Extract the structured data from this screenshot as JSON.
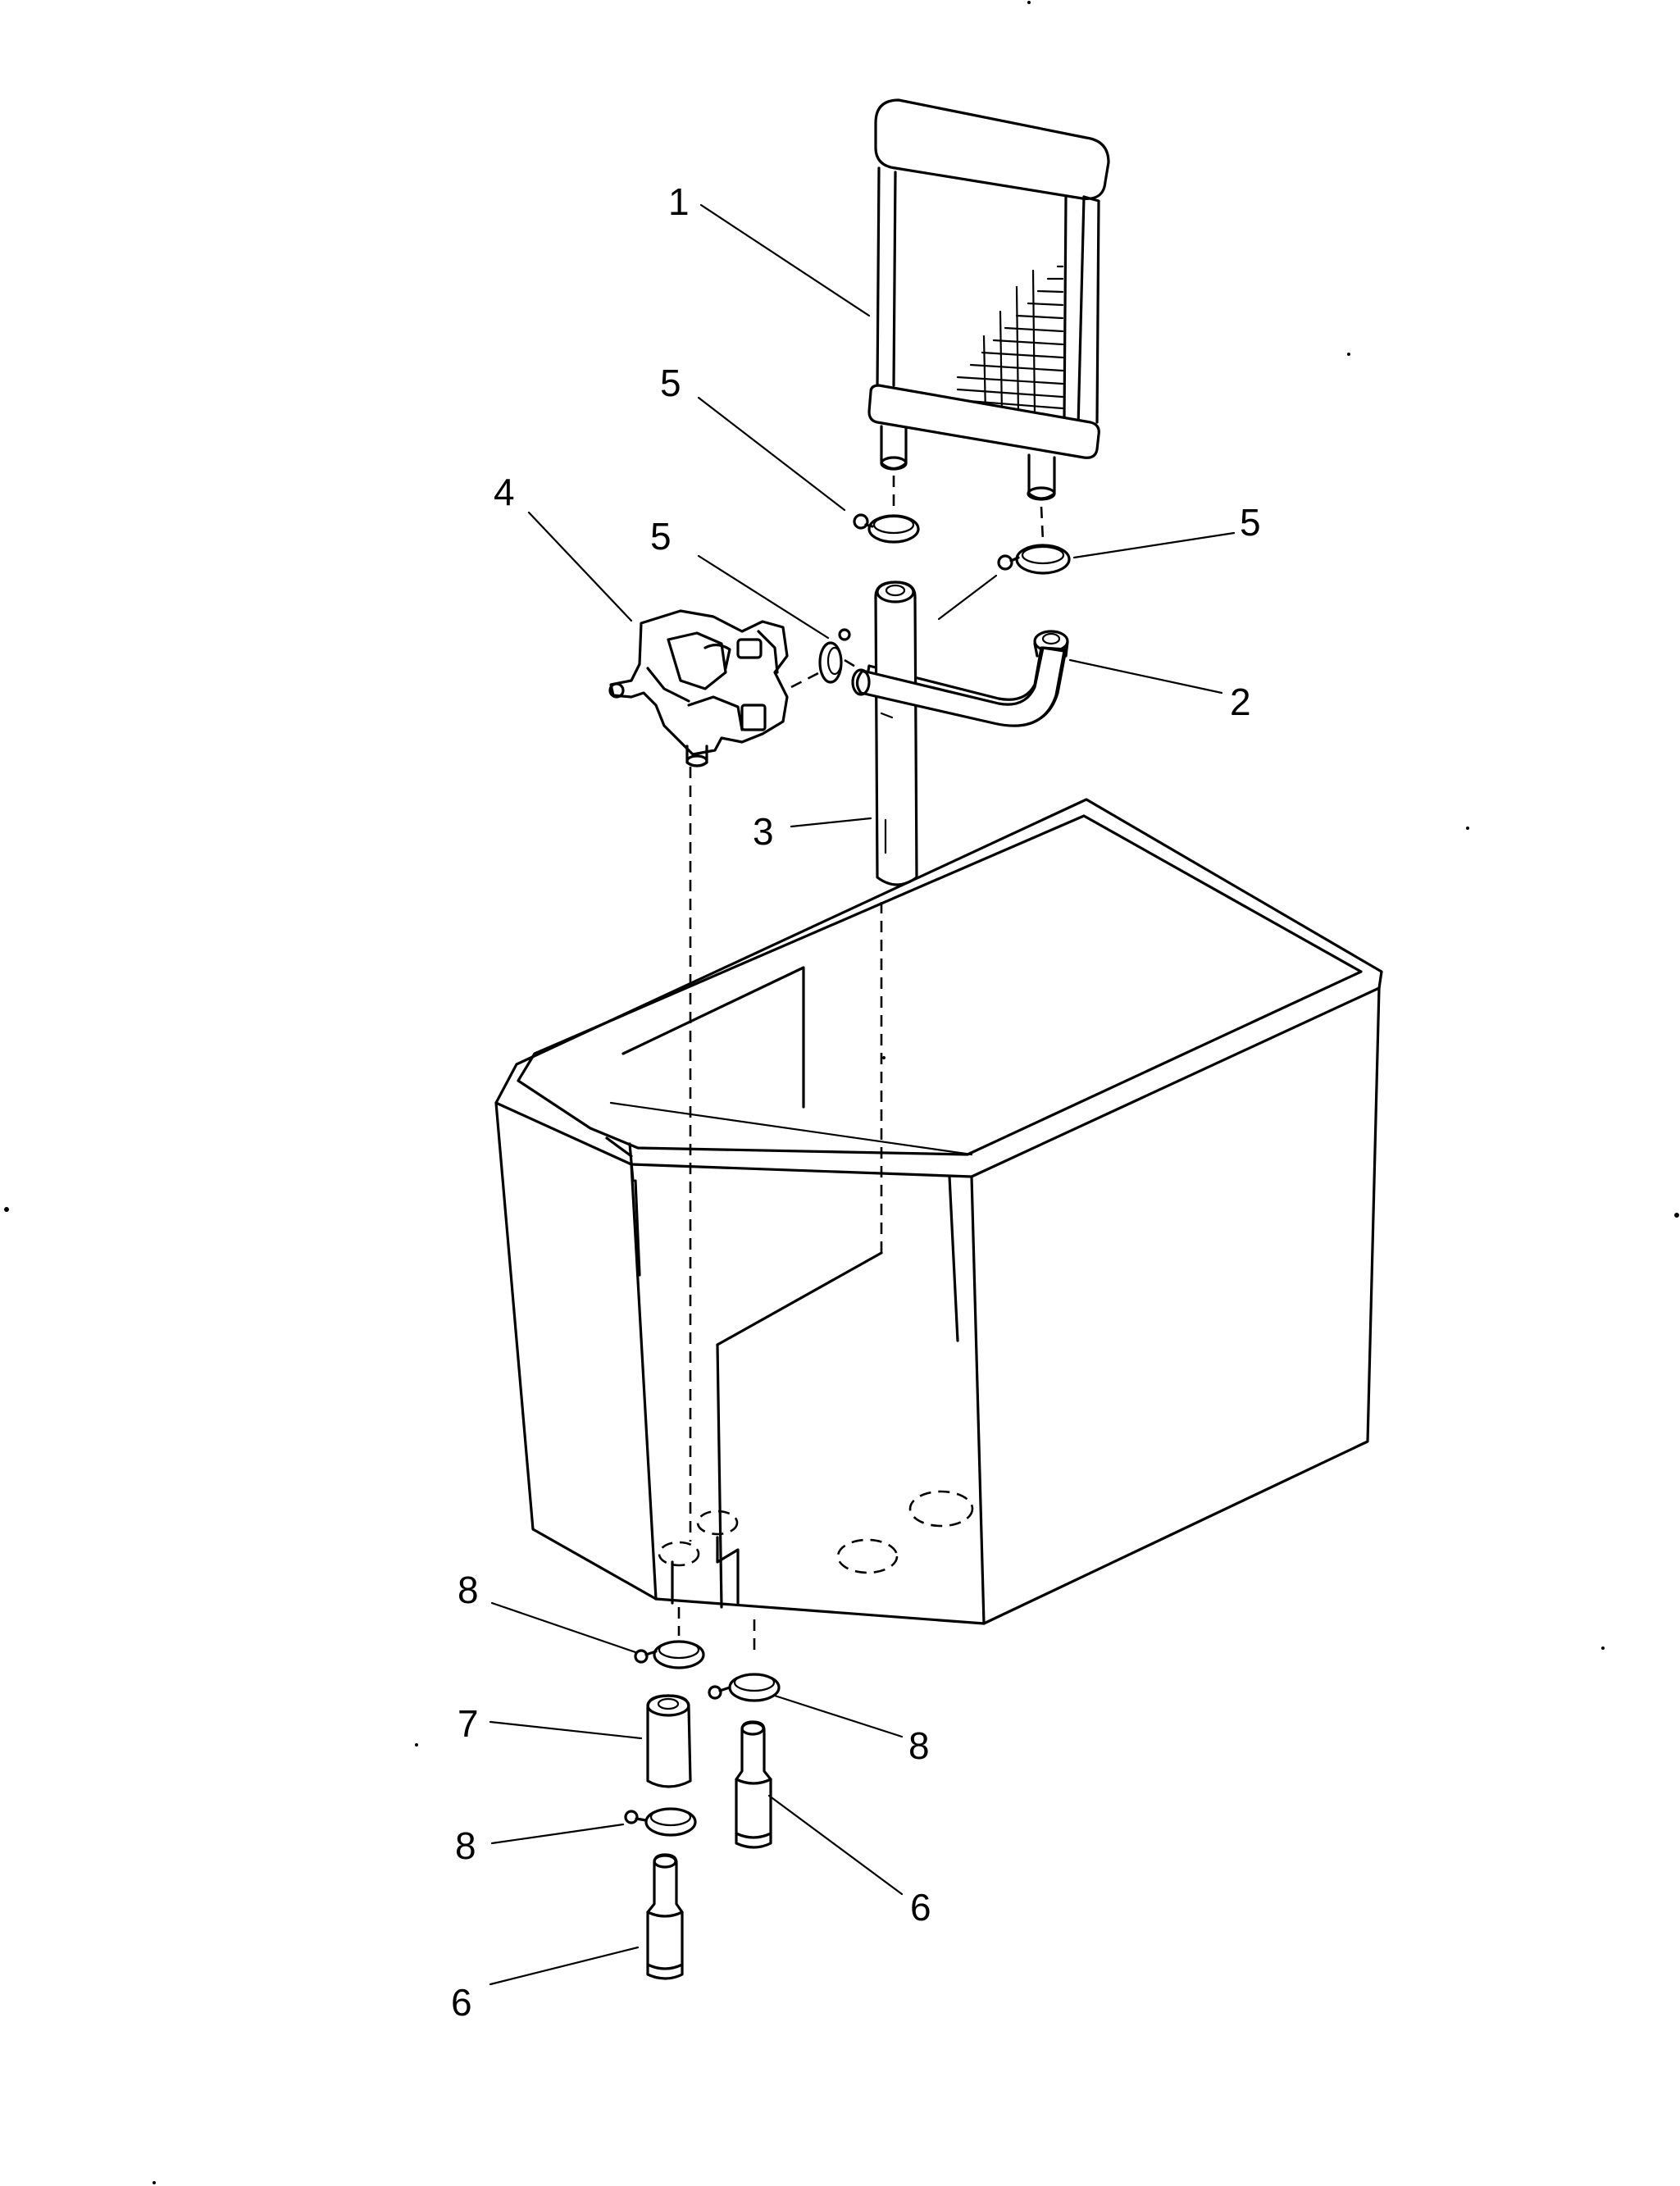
{
  "callouts": {
    "c1": "1",
    "c2": "2",
    "c3": "3",
    "c4": "4",
    "c5a": "5",
    "c5b": "5",
    "c5c": "5",
    "c6a": "6",
    "c6b": "6",
    "c7": "7",
    "c8a": "8",
    "c8b": "8",
    "c8c": "8"
  }
}
